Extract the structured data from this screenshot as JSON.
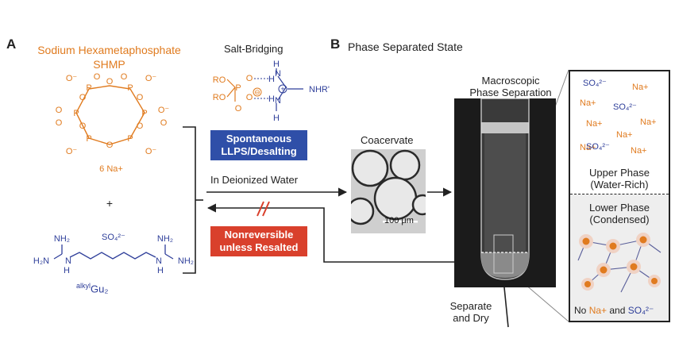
{
  "panel_a": {
    "letter": "A",
    "shmp_name_1": "Sodium Hexametaphosphate",
    "shmp_name_2": "SHMP",
    "sodium_count": "6 Na+",
    "plus": "+",
    "sulfate": "SO₄²⁻",
    "gu_label_prefix": "alkyl",
    "gu_label_main": "Gu₂",
    "salt_bridging": "Salt-Bridging",
    "bridge_ro": "RO",
    "bridge_nhr": "NHR'",
    "spontaneous_1": "Spontaneous",
    "spontaneous_2": "LLPS/Desalting",
    "deionized": "In Deionized Water",
    "nonreversible_1": "Nonreversible",
    "nonreversible_2": "unless Resalted"
  },
  "panel_b": {
    "letter": "B",
    "title": "Phase Separated State",
    "coacervate": "Coacervate",
    "scale_bar": "100 μm",
    "macro_1": "Macroscopic",
    "macro_2": "Phase Separation",
    "upper_1": "Upper Phase",
    "upper_2": "(Water-Rich)",
    "lower_1": "Lower Phase",
    "lower_2": "(Condensed)",
    "separate_1": "Separate",
    "separate_2": "and Dry",
    "ion_na": "Na+",
    "ion_so4": "SO₄²⁻",
    "no_prefix": "No ",
    "no_na": "Na+",
    "and_text": " and ",
    "no_so4": "SO₄²⁻"
  },
  "colors": {
    "orange": "#e07b1f",
    "blue": "#2f3f9a",
    "banner_blue": "#2f4fa8",
    "banner_red": "#d9402c"
  }
}
